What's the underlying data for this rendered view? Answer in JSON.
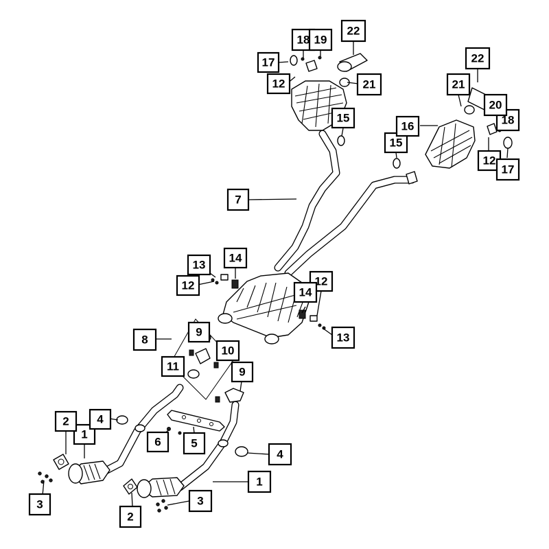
{
  "callouts": [
    {
      "id": "c1a",
      "label": "1"
    },
    {
      "id": "c1b",
      "label": "1"
    },
    {
      "id": "c2a",
      "label": "2"
    },
    {
      "id": "c2b",
      "label": "2"
    },
    {
      "id": "c3a",
      "label": "3"
    },
    {
      "id": "c3b",
      "label": "3"
    },
    {
      "id": "c4a",
      "label": "4"
    },
    {
      "id": "c4b",
      "label": "4"
    },
    {
      "id": "c5",
      "label": "5"
    },
    {
      "id": "c6",
      "label": "6"
    },
    {
      "id": "c7",
      "label": "7"
    },
    {
      "id": "c8",
      "label": "8"
    },
    {
      "id": "c9a",
      "label": "9"
    },
    {
      "id": "c9b",
      "label": "9"
    },
    {
      "id": "c10",
      "label": "10"
    },
    {
      "id": "c11",
      "label": "11"
    },
    {
      "id": "c12a",
      "label": "12"
    },
    {
      "id": "c12b",
      "label": "12"
    },
    {
      "id": "c12c",
      "label": "12"
    },
    {
      "id": "c12d",
      "label": "12"
    },
    {
      "id": "c13a",
      "label": "13"
    },
    {
      "id": "c13b",
      "label": "13"
    },
    {
      "id": "c14a",
      "label": "14"
    },
    {
      "id": "c14b",
      "label": "14"
    },
    {
      "id": "c15a",
      "label": "15"
    },
    {
      "id": "c15b",
      "label": "15"
    },
    {
      "id": "c16",
      "label": "16"
    },
    {
      "id": "c17a",
      "label": "17"
    },
    {
      "id": "c17b",
      "label": "17"
    },
    {
      "id": "c18a",
      "label": "18"
    },
    {
      "id": "c18b",
      "label": "18"
    },
    {
      "id": "c19",
      "label": "19"
    },
    {
      "id": "c20",
      "label": "20"
    },
    {
      "id": "c21a",
      "label": "21"
    },
    {
      "id": "c21b",
      "label": "21"
    },
    {
      "id": "c22a",
      "label": "22"
    },
    {
      "id": "c22b",
      "label": "22"
    }
  ]
}
